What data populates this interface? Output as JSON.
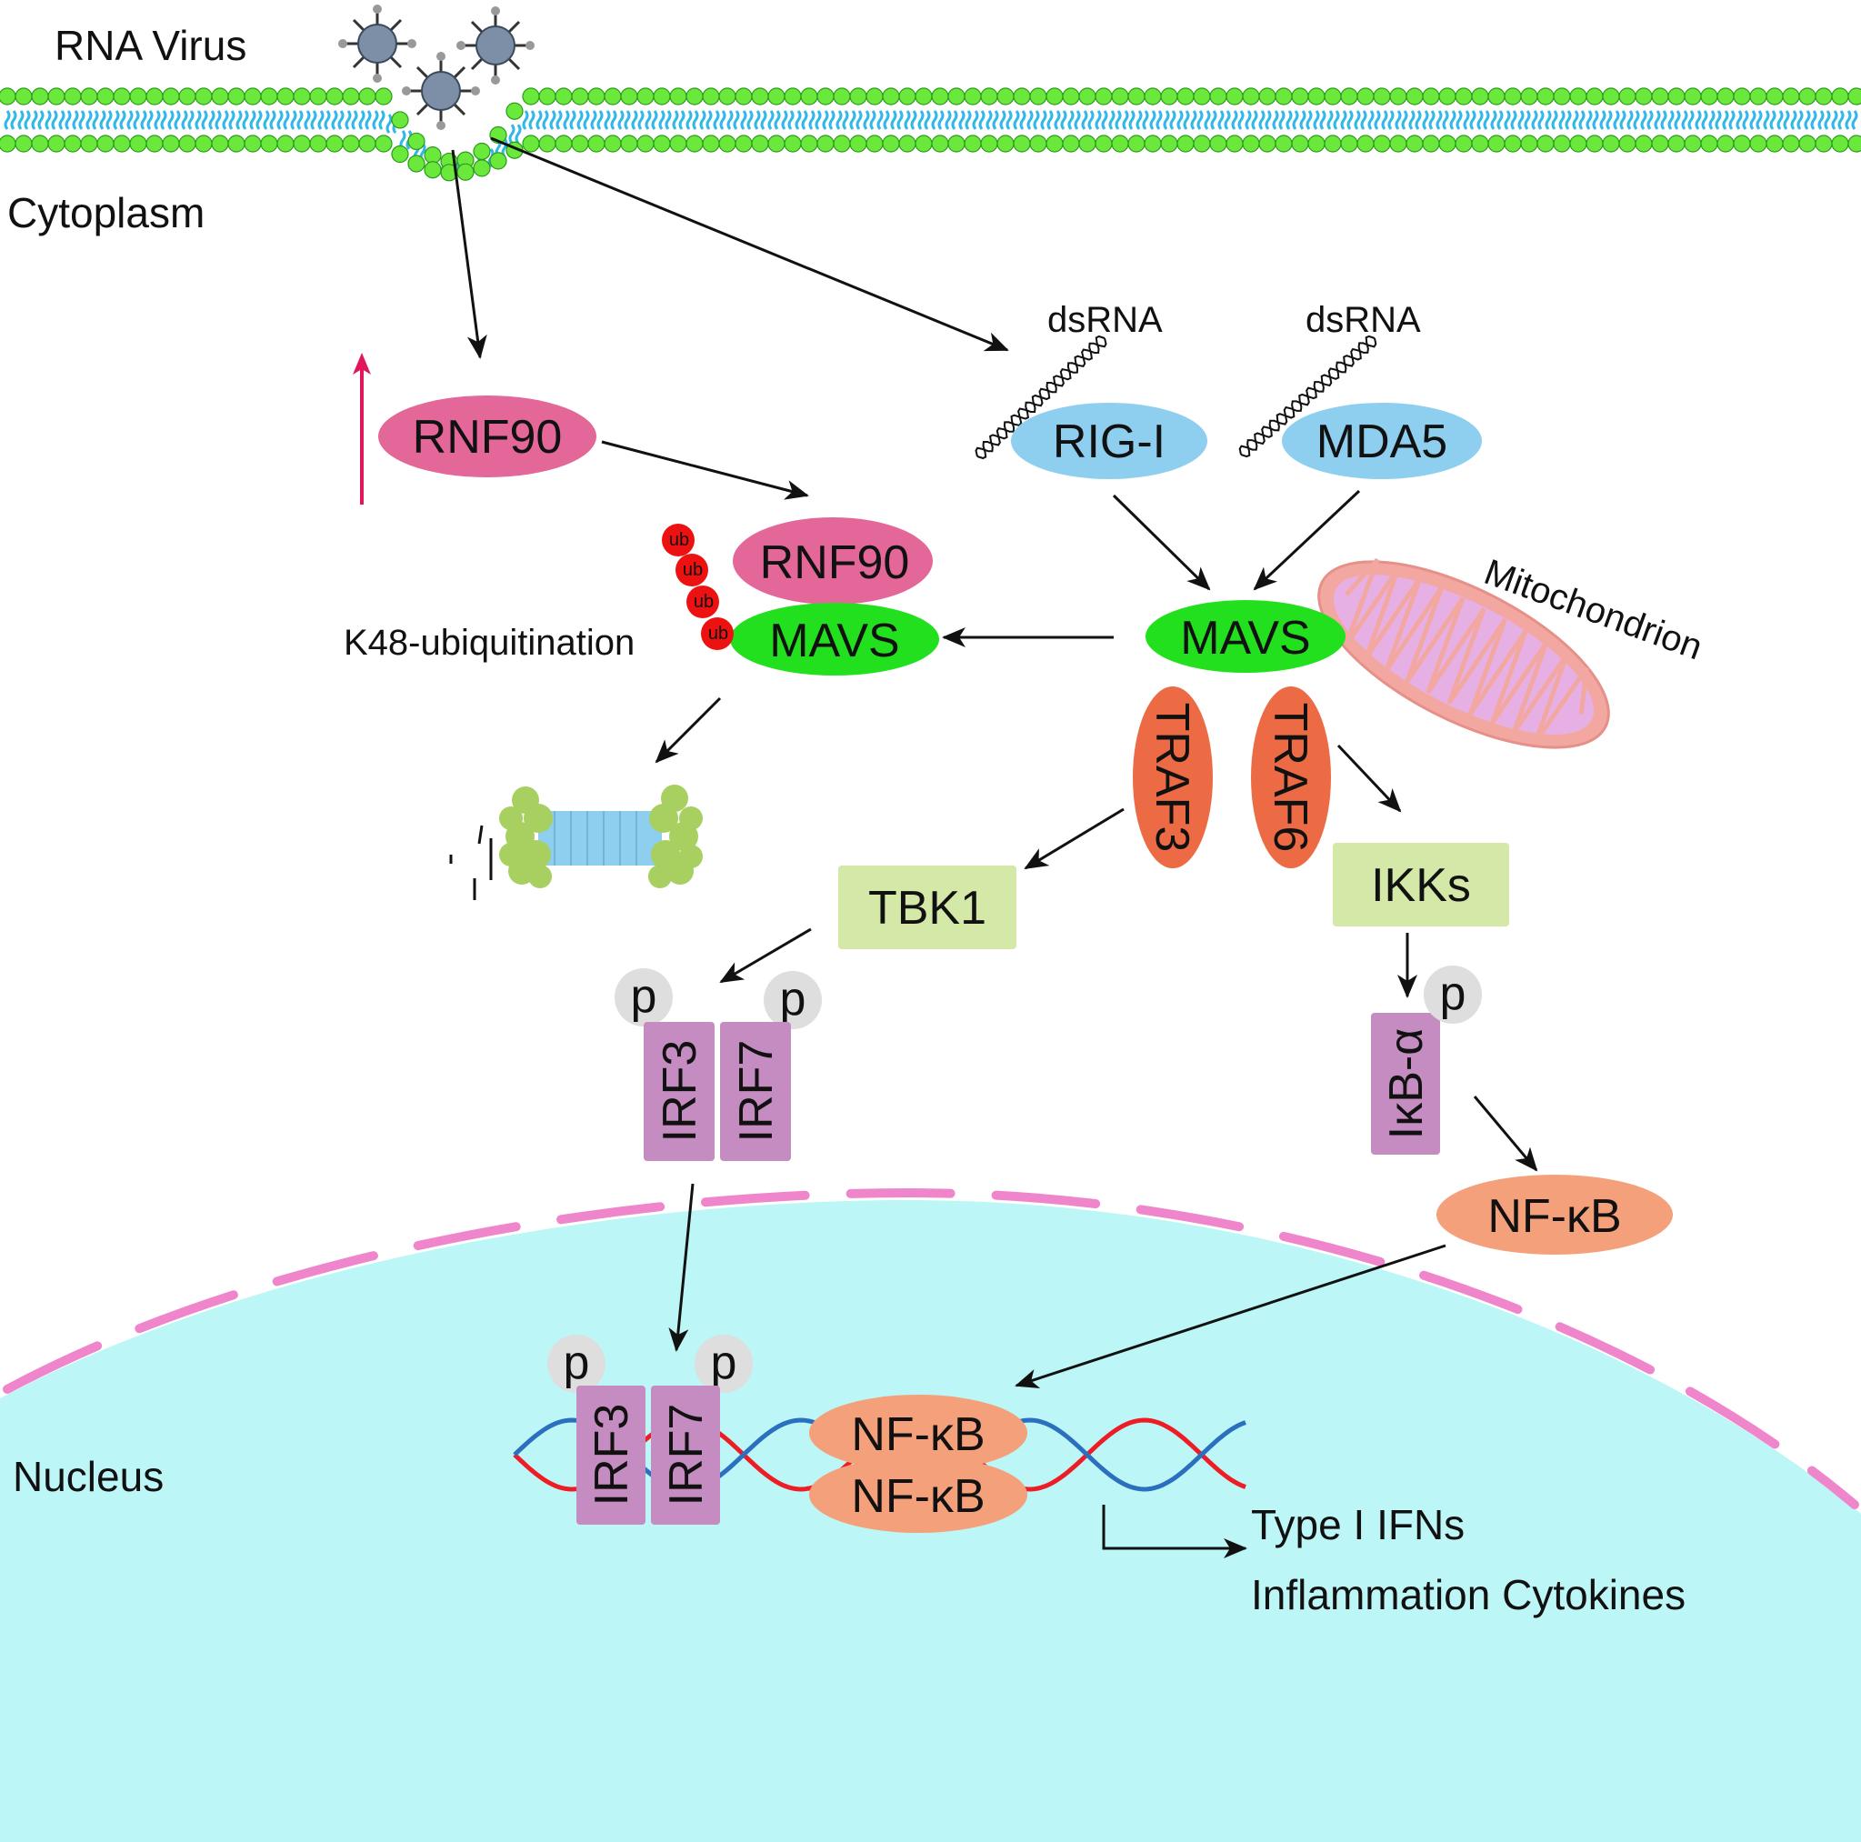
{
  "labels": {
    "rna_virus": "RNA Virus",
    "cytoplasm": "Cytoplasm",
    "nucleus": "Nucleus",
    "mitochondrion": "Mitochondrion",
    "k48": "K48-ubiquitination",
    "dsrna_1": "dsRNA",
    "dsrna_2": "dsRNA"
  },
  "nodes": {
    "rnf90_free": "RNF90",
    "rnf90_bound": "RNF90",
    "mavs_ub": "MAVS",
    "ub": "ub",
    "rig_i": "RIG-I",
    "mda5": "MDA5",
    "mavs_mito": "MAVS",
    "traf3": "TRAF3",
    "traf6": "TRAF6",
    "tbk1": "TBK1",
    "ikks": "IKKs",
    "p": "p",
    "irf3": "IRF3",
    "irf7": "IRF7",
    "ikb_alpha": "IκB-α",
    "nfkb": "NF-κB"
  },
  "outputs": {
    "type1_ifn": "Type I IFNs",
    "cytokines": "Inflammation Cytokines"
  },
  "colors": {
    "rnf90": "#e4679a",
    "mavs": "#22e01e",
    "receptor": "#8ecff0",
    "traf": "#ec6b45",
    "kinase": "#d4e8a8",
    "irf": "#c48cc0",
    "nfkb": "#f4a07a",
    "nucleus": "#bdf6f6",
    "envelope": "#ef86cc",
    "membrane_head": "#6be83c",
    "membrane_tail": "#2fb8e8",
    "mito_outer": "#f2a8a0",
    "mito_inner": "#e7b0e4",
    "upregulation_arrow": "#e0185a",
    "ub": "#ee1111",
    "dna_red": "#ee1c24",
    "dna_blue": "#2b6fbf"
  }
}
